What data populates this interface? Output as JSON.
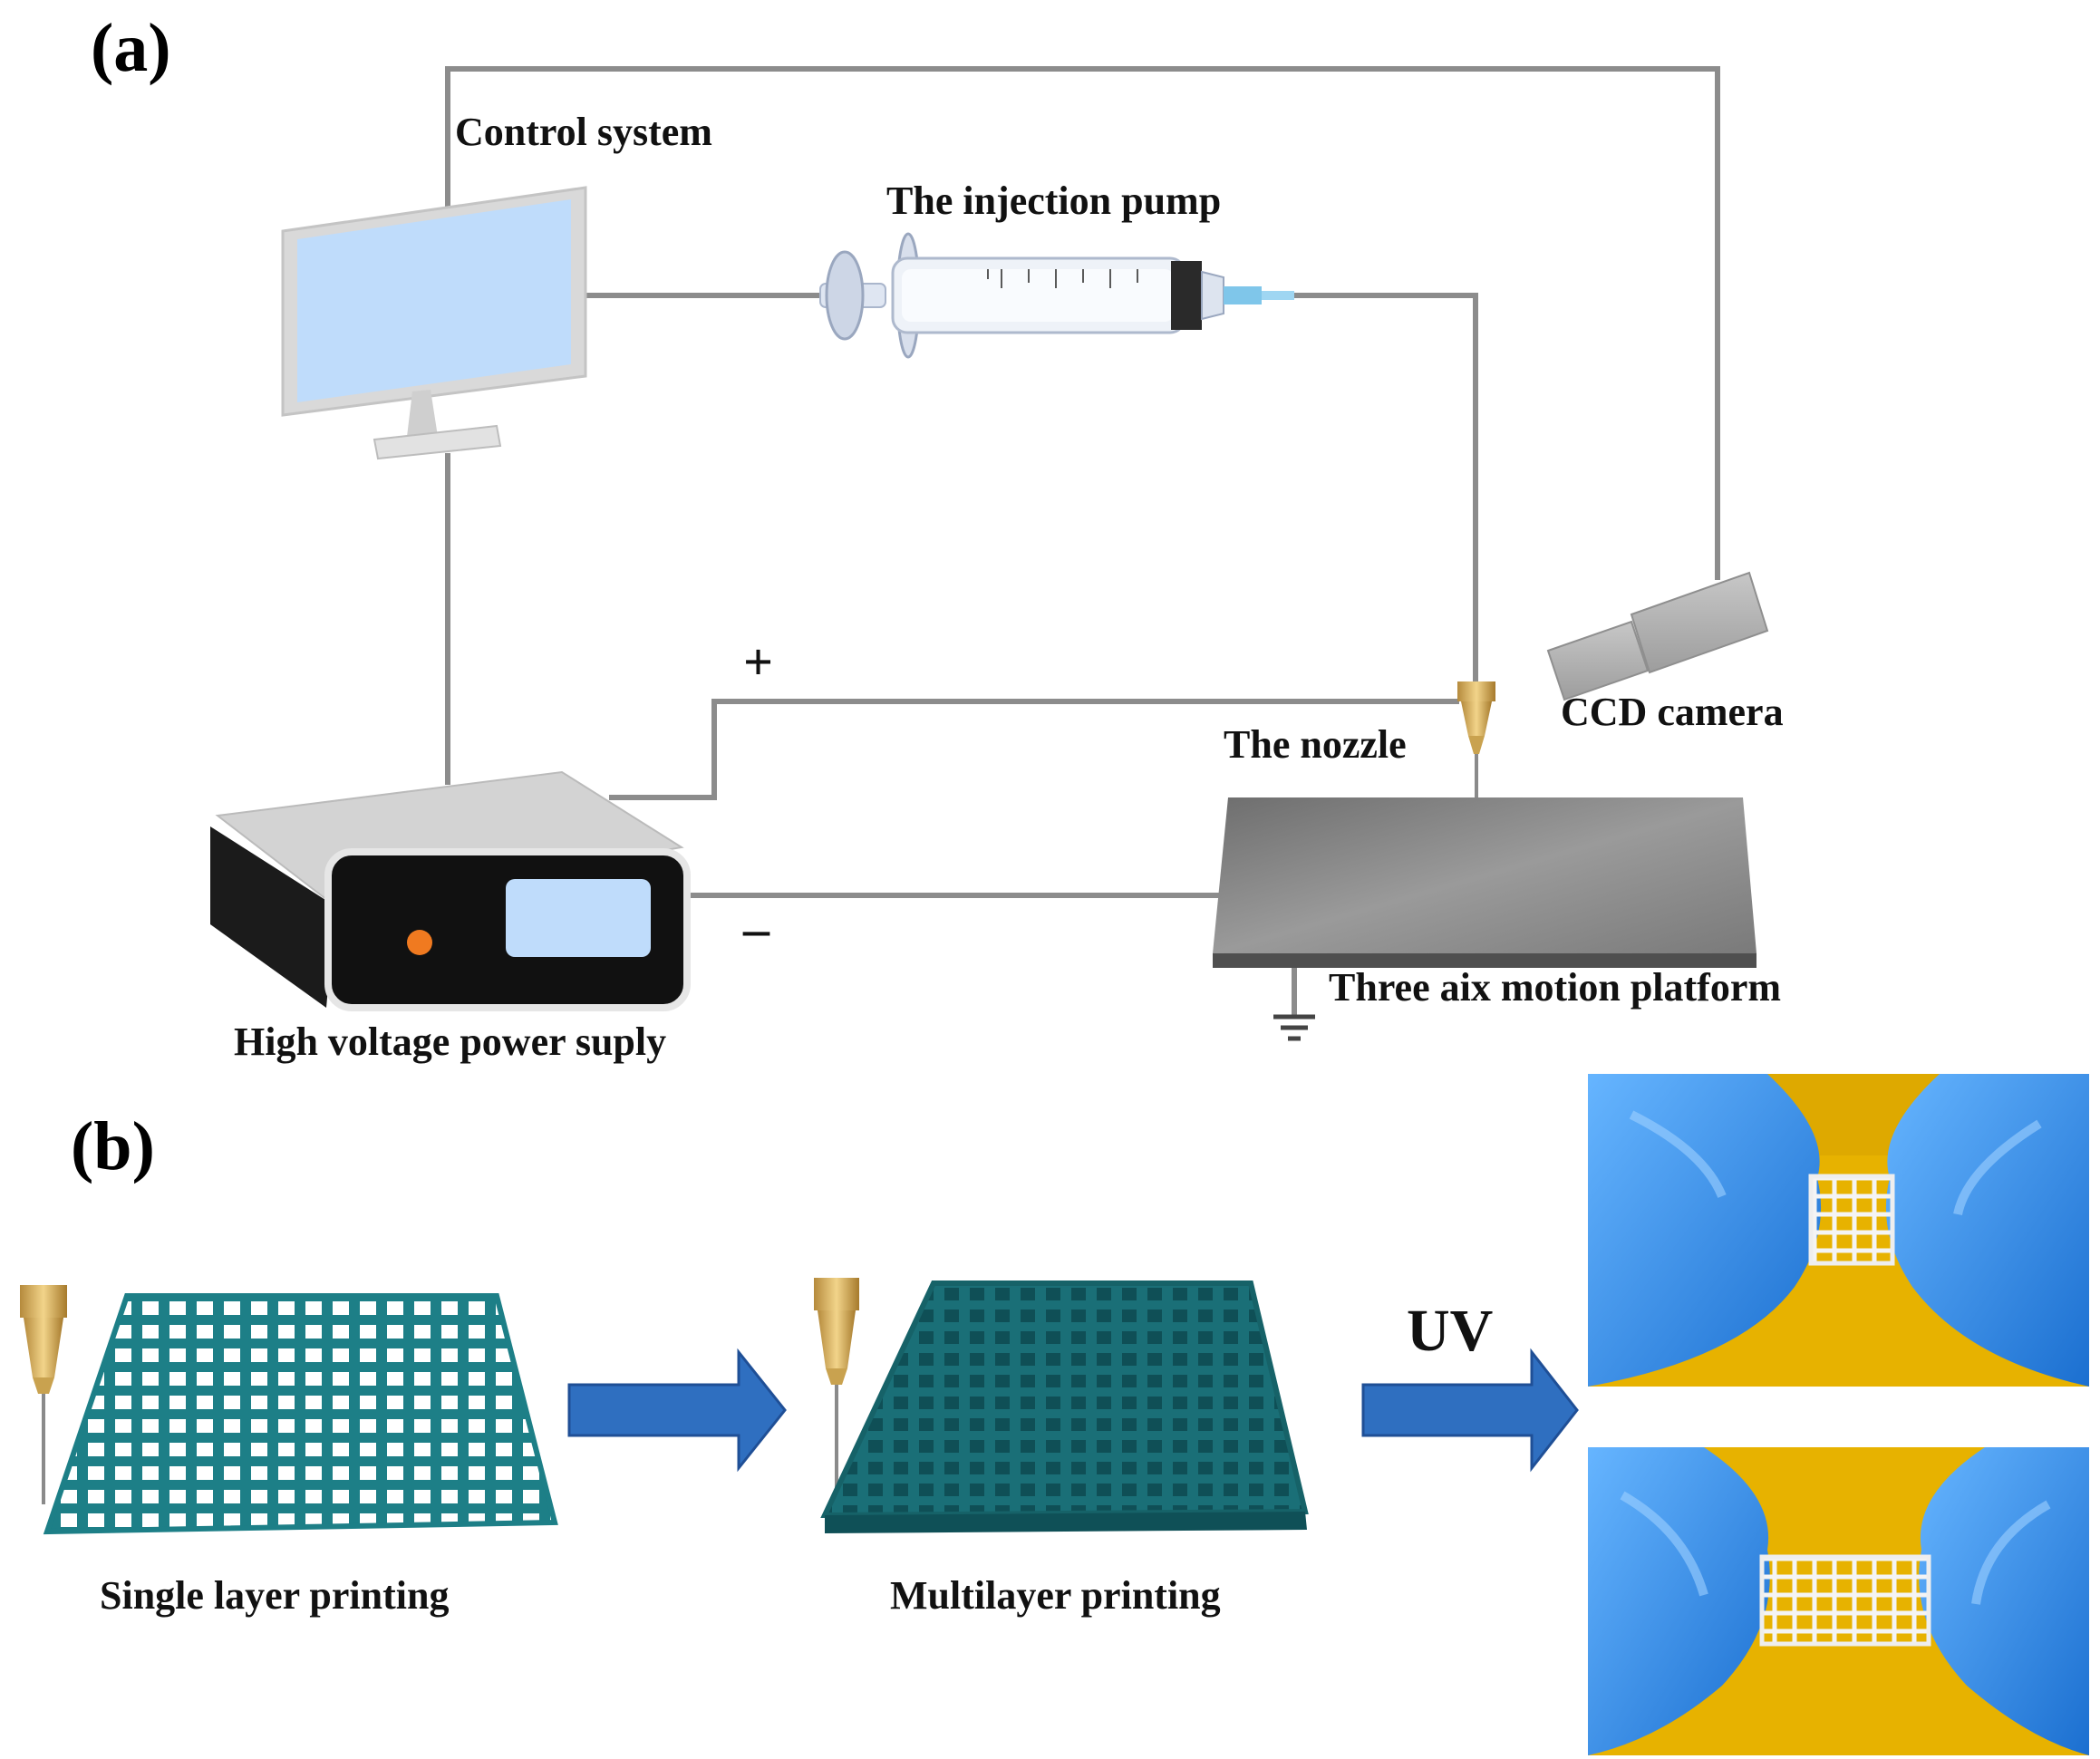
{
  "panel_a": {
    "label": "(a)",
    "components": {
      "control_system": "Control system",
      "injection_pump": "The injection pump",
      "ccd_camera": "CCD camera",
      "nozzle": "The nozzle",
      "platform": "Three aix motion platform",
      "power_supply": "High voltage power suply"
    },
    "polarity": {
      "positive": "+",
      "negative": "–"
    }
  },
  "panel_b": {
    "label": "(b)",
    "steps": {
      "single_layer": "Single layer printing",
      "multilayer": "Multilayer printing",
      "cure": "UV"
    }
  },
  "colors": {
    "wire": "#8c8c8c",
    "screen": "#bfdcfb",
    "mesh": "#1d7f87",
    "arrow": "#2f6fc0",
    "glove": "#2f8de0",
    "background_yellow": "#e7b200",
    "led": "#f07a20"
  }
}
